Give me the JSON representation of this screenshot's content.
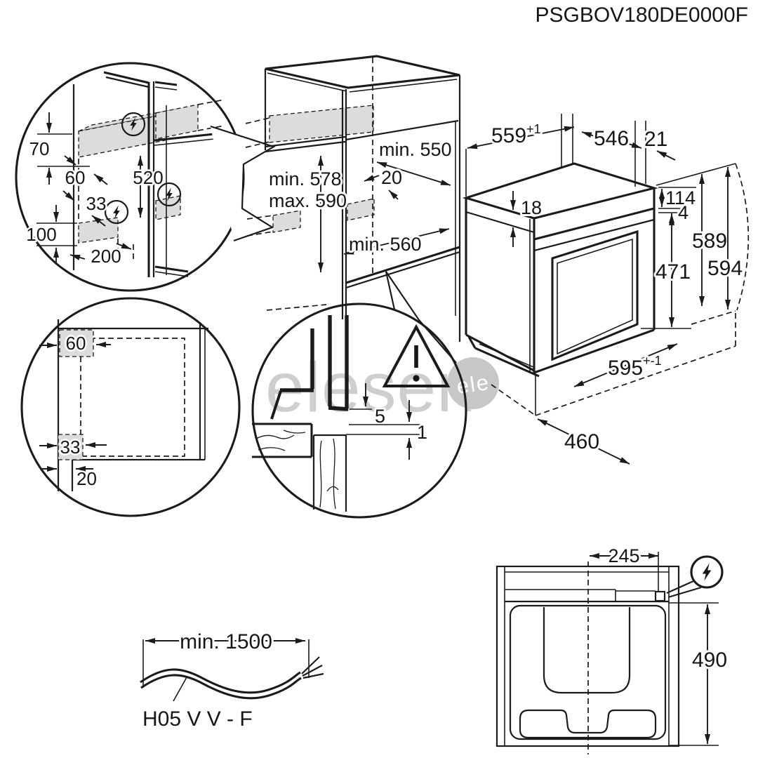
{
  "title": "PSGBOV180DE0000F",
  "watermark": {
    "text": "elesen",
    "badge": "ele"
  },
  "wall_detail": {
    "d70": "70",
    "d60": "60",
    "d520": "520",
    "d33": "33",
    "d100": "100",
    "d200": "200"
  },
  "cabinet": {
    "min550": "min. 550",
    "d20": "20",
    "min578": "min. 578",
    "max590": "max. 590",
    "min560": "min. 560"
  },
  "oven": {
    "d559": "559",
    "d559sup": "+1",
    "d546": "546",
    "d21": "21",
    "d18": "18",
    "d114": "114",
    "d4": "4",
    "d471": "471",
    "d589": "589",
    "d594": "594",
    "d595": "595",
    "d595sup": "+-1",
    "d460": "460"
  },
  "corner_detail": {
    "d60": "60",
    "d33": "33",
    "d20": "20"
  },
  "floor_detail": {
    "d5": "5",
    "d1": "1"
  },
  "cable": {
    "length": "min. 1500",
    "type": "H05 V V - F"
  },
  "top_view": {
    "d245": "245",
    "d490": "490"
  }
}
